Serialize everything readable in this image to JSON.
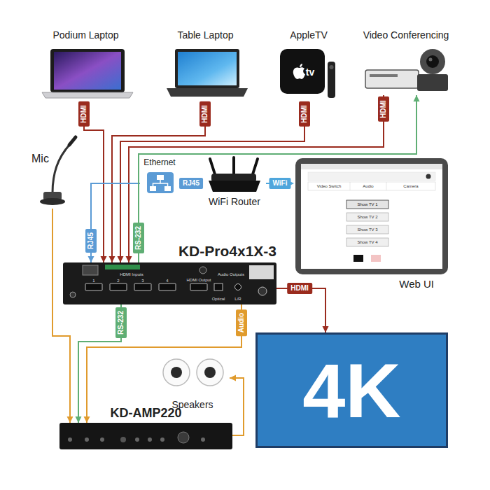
{
  "diagram": {
    "nodes": [
      {
        "text": [
          "Podium Laptop"
        ]
      },
      {
        "text": [
          "Table Laptop"
        ]
      },
      {
        "text": [
          "AppleTV"
        ]
      },
      {
        "text": [
          "Video Conferencing"
        ]
      },
      {
        "text": [
          "Mic"
        ]
      },
      {
        "text": [
          "Ethernet"
        ]
      },
      {
        "text": [
          "WiFi Router"
        ]
      },
      {
        "text": [
          "Web UI"
        ]
      },
      {
        "text": [
          "KD-Pro4x1X-3"
        ]
      },
      {
        "text": [
          "4K"
        ]
      },
      {
        "text": [
          "Speakers"
        ]
      },
      {
        "text": [
          "KD-AMP220"
        ]
      }
    ],
    "edges": [
      {
        "from": 0,
        "to": 8,
        "label": "HDMI",
        "arrow": "to"
      },
      {
        "from": 1,
        "to": 8,
        "label": "HDMI",
        "arrow": "to"
      },
      {
        "from": 2,
        "to": 8,
        "label": "HDMI",
        "arrow": "to"
      },
      {
        "from": 3,
        "to": 8,
        "label": "HDMI",
        "arrow": "to"
      },
      {
        "from": 5,
        "to": 6,
        "label": "RJ45",
        "arrow": "none"
      },
      {
        "from": 6,
        "to": 7,
        "label": "WiFi",
        "arrow": "to"
      },
      {
        "from": 5,
        "to": 8,
        "label": "RJ45",
        "arrow": "to"
      },
      {
        "from": 8,
        "to": 3,
        "label": "RS-232",
        "arrow": "to"
      },
      {
        "from": 8,
        "to": 9,
        "label": "HDMI",
        "arrow": "to"
      },
      {
        "from": 8,
        "to": 11,
        "label": "RS-232",
        "arrow": "to"
      },
      {
        "from": 8,
        "to": 11,
        "label": "Audio",
        "arrow": "to"
      },
      {
        "from": 4,
        "to": 11,
        "arrow": "to"
      },
      {
        "from": 11,
        "to": 10,
        "arrow": "to"
      }
    ],
    "labels": [
      "tv",
      "HDMI Inputs",
      "1",
      "2",
      "3",
      "4",
      "HDMI Output",
      "Audio Outputs",
      "Optical",
      "L/R",
      "Video Switch",
      "Audio",
      "Camera",
      "Show TV 1",
      "Show TV 2",
      "Show TV 3",
      "Show TV 4"
    ]
  }
}
